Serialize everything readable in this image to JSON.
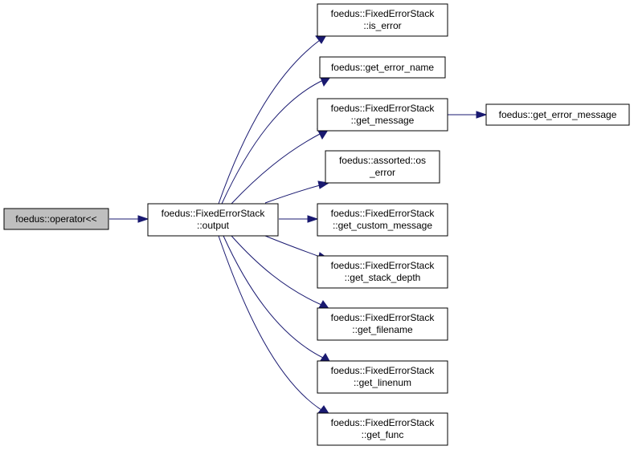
{
  "graph": {
    "nodes": {
      "root": {
        "line1": "foedus::operator<<"
      },
      "output": {
        "line1": "foedus::FixedErrorStack",
        "line2": "::output"
      },
      "is_error": {
        "line1": "foedus::FixedErrorStack",
        "line2": "::is_error"
      },
      "get_error_name": {
        "line1": "foedus::get_error_name"
      },
      "get_message": {
        "line1": "foedus::FixedErrorStack",
        "line2": "::get_message"
      },
      "get_error_message": {
        "line1": "foedus::get_error_message"
      },
      "os_error": {
        "line1": "foedus::assorted::os",
        "line2": "_error"
      },
      "get_custom_message": {
        "line1": "foedus::FixedErrorStack",
        "line2": "::get_custom_message"
      },
      "get_stack_depth": {
        "line1": "foedus::FixedErrorStack",
        "line2": "::get_stack_depth"
      },
      "get_filename": {
        "line1": "foedus::FixedErrorStack",
        "line2": "::get_filename"
      },
      "get_linenum": {
        "line1": "foedus::FixedErrorStack",
        "line2": "::get_linenum"
      },
      "get_func": {
        "line1": "foedus::FixedErrorStack",
        "line2": "::get_func"
      }
    },
    "edges": [
      [
        "root",
        "output"
      ],
      [
        "output",
        "is_error"
      ],
      [
        "output",
        "get_error_name"
      ],
      [
        "output",
        "get_message"
      ],
      [
        "get_message",
        "get_error_message"
      ],
      [
        "output",
        "os_error"
      ],
      [
        "output",
        "get_custom_message"
      ],
      [
        "output",
        "get_stack_depth"
      ],
      [
        "output",
        "get_filename"
      ],
      [
        "output",
        "get_linenum"
      ],
      [
        "output",
        "get_func"
      ]
    ],
    "colors": {
      "edge": "#191970",
      "root_fill": "#bfbfbf",
      "node_fill": "#ffffff",
      "node_stroke": "#000000"
    }
  }
}
